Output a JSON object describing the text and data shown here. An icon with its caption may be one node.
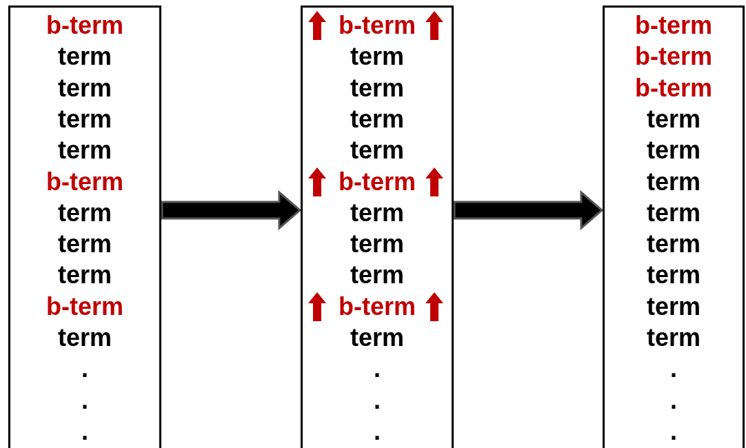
{
  "diagram": {
    "nodes": [
      {
        "text": [
          "b-term",
          "term",
          "term",
          "term",
          "term",
          "b-term",
          "term",
          "term",
          "term",
          "b-term",
          "term",
          ".",
          ".",
          "."
        ]
      },
      {
        "text": [
          "b-term",
          "term",
          "term",
          "term",
          "term",
          "b-term",
          "term",
          "term",
          "term",
          "b-term",
          "term",
          ".",
          ".",
          "."
        ]
      },
      {
        "text": [
          "b-term",
          "b-term",
          "b-term",
          "term",
          "term",
          "term",
          "term",
          "term",
          "term",
          "term",
          "term",
          ".",
          ".",
          "."
        ]
      }
    ],
    "edges": [
      {
        "from": 0,
        "to": 1,
        "arrow": "to",
        "style": "thick"
      },
      {
        "from": 1,
        "to": 2,
        "arrow": "to",
        "style": "thick"
      }
    ]
  }
}
